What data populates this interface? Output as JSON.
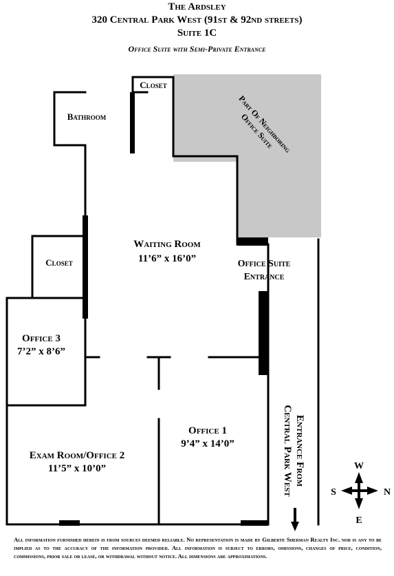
{
  "header": {
    "building": "The Ardsley",
    "address": "320 Central Park West (91st & 92nd streets)",
    "suite": "Suite 1C",
    "subtitle": "Office Suite with Semi-Private Entrance"
  },
  "rooms": {
    "closet_top": "Closet",
    "bathroom": "Bathroom",
    "neighbor_line1": "Part Of Neighboring",
    "neighbor_line2": "Office Suite",
    "waiting_name": "Waiting Room",
    "waiting_dim": "11’6” x 16’0”",
    "closet_left": "Closet",
    "entrance_line1": "Office Suite",
    "entrance_line2": "Entrance",
    "office3_name": "Office 3",
    "office3_dim": "7’2” x 8’6”",
    "office1_name": "Office 1",
    "office1_dim": "9’4” x 14’0”",
    "exam_name": "Exam Room/Office 2",
    "exam_dim": "11’5” x 10’0”",
    "corridor_line1": "Entrance From",
    "corridor_line2": "Central Park West"
  },
  "compass": {
    "north": "N",
    "south": "S",
    "east": "E",
    "west": "W"
  },
  "colors": {
    "wall": "#000000",
    "neighbor_fill": "#c8c8c8",
    "background": "#ffffff"
  },
  "footer": {
    "disclaimer": "All information furnished herein is from sources deemed reliable. No representation is made by Gilberte Sherman Realty Inc. nor is any to be implied as to the accuracy of the information provided. All information is subject to errors, omissions, changes of price, condition, commissions, prior sale or lease, or withdrawal without notice. All dimensions are approximations."
  }
}
